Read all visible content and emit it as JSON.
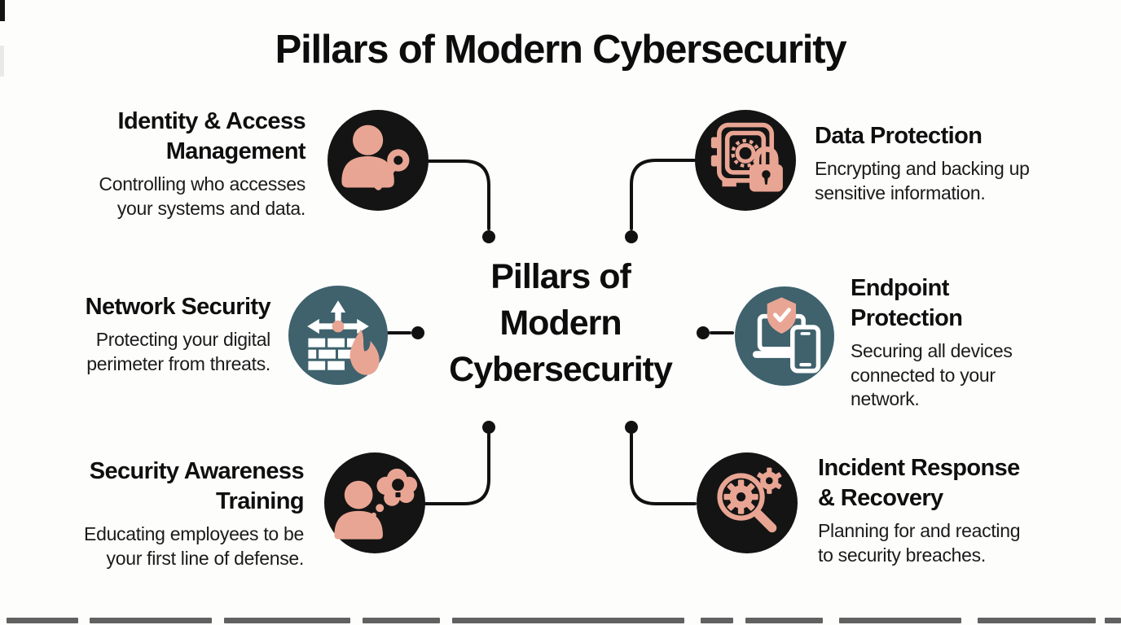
{
  "header": {
    "title": "Pillars of Modern Cybersecurity"
  },
  "center": {
    "lines": [
      "Pillars of",
      "Modern",
      "Cybersecurity"
    ]
  },
  "pillars": [
    {
      "name": "identity-access-management",
      "icon": "user-key-icon",
      "icon_background": "#141414",
      "title_lines": [
        "Identity & Access",
        "Management"
      ],
      "desc_lines": [
        "Controlling who accesses",
        "your systems and data."
      ]
    },
    {
      "name": "data-protection",
      "icon": "safe-lock-icon",
      "icon_background": "#141414",
      "title_lines": [
        "Data Protection"
      ],
      "desc_lines": [
        "Encrypting and backing up",
        "sensitive information."
      ]
    },
    {
      "name": "network-security",
      "icon": "firewall-icon",
      "icon_background": "#3F626D",
      "title_lines": [
        "Network Security"
      ],
      "desc_lines": [
        "Protecting your digital",
        "perimeter from threats."
      ]
    },
    {
      "name": "endpoint-protection",
      "icon": "devices-shield-icon",
      "icon_background": "#3F626D",
      "title_lines": [
        "Endpoint",
        "Protection"
      ],
      "desc_lines": [
        "Securing all devices",
        "connected to your",
        "network."
      ]
    },
    {
      "name": "security-awareness-training",
      "icon": "user-idea-icon",
      "icon_background": "#141414",
      "title_lines": [
        "Security Awareness",
        "Training"
      ],
      "desc_lines": [
        "Educating employees to be",
        "your first line of defense."
      ]
    },
    {
      "name": "incident-response-recovery",
      "icon": "magnifier-gears-icon",
      "icon_background": "#141414",
      "title_lines": [
        "Incident Response",
        "& Recovery"
      ],
      "desc_lines": [
        "Planning for and reacting",
        "to security breaches."
      ]
    }
  ],
  "colors": {
    "background": "#FDFDFC",
    "icon_dark": "#141414",
    "icon_teal": "#3F626D",
    "accent_salmon": "#E9A593",
    "text": "#131313",
    "connector": "#111111"
  }
}
